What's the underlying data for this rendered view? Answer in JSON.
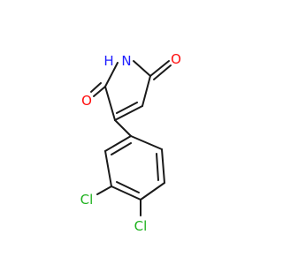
{
  "molecule": {
    "atoms": {
      "n_label": "N",
      "h_label": "H",
      "o_top_label": "O",
      "o_left_label": "O",
      "cl_upper_label": "Cl",
      "cl_lower_label": "Cl"
    },
    "colors": {
      "nitrogen": "#2020ff",
      "oxygen": "#ff0d0d",
      "chlorine": "#1fb21f",
      "bond": "#1a1a1a"
    }
  }
}
